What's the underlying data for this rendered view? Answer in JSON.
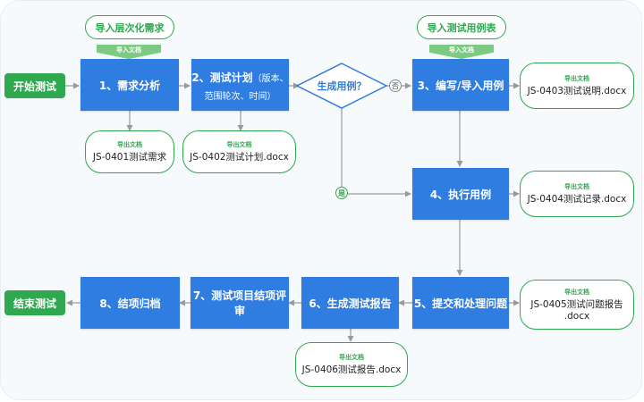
{
  "start": "开始测试",
  "end": "结束测试",
  "steps": {
    "s1": "1、需求分析",
    "s2_title": "2、测试计划",
    "s2_note_a": "（版本、",
    "s2_note_b": "范围轮次、时间）",
    "s3": "3、编写/导入用例",
    "s4": "4、执行用例",
    "s5": "5、提交和处理问题",
    "s6": "6、生成测试报告",
    "s7": "7、测试项目结项评审",
    "s8": "8、结项归档"
  },
  "decision": {
    "label": "生成用例？",
    "no": "否",
    "yes": "是"
  },
  "imports": {
    "req": {
      "label": "导入层次化需求",
      "tag": "导入文档"
    },
    "cases": {
      "label": "导入测试用例表",
      "tag": "导入文档"
    }
  },
  "outputs": {
    "tag": "导出文档",
    "d1": "JS-0401测试需求",
    "d2": "JS-0402测试计划.docx",
    "d3": "JS-0403测试说明.docx",
    "d4": "JS-0404测试记录.docx",
    "d5_a": "JS-0405测试问题报告",
    "d5_b": ".docx",
    "d6": "JS-0406测试报告.docx"
  },
  "colors": {
    "green": "#2fa84f",
    "blue": "#2f7de1",
    "line": "#9a9a9a"
  }
}
